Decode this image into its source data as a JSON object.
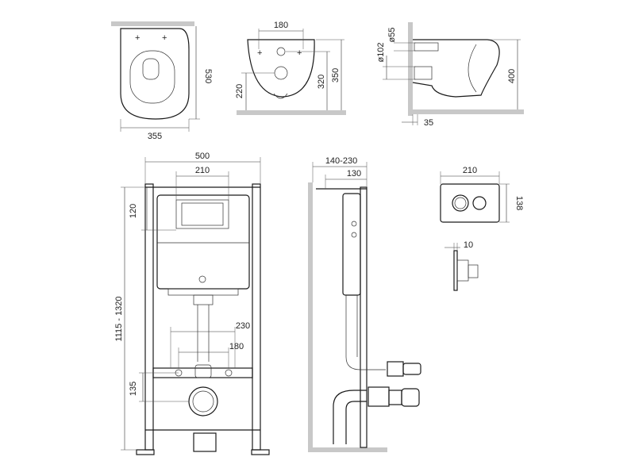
{
  "dimensions": {
    "bowl_top": {
      "width": "355",
      "depth": "530"
    },
    "bowl_front": {
      "hole_spacing": "180",
      "height_220": "220",
      "height_320": "320",
      "height_350": "350"
    },
    "bowl_side": {
      "d55": "ø55",
      "d102": "ø102",
      "height_400": "400",
      "offset_35": "35"
    },
    "frame_front": {
      "width_500": "500",
      "width_210": "210",
      "height_120": "120",
      "height_range": "1115 - 1320",
      "spacing_230": "230",
      "spacing_180": "180",
      "height_135": "135"
    },
    "frame_side": {
      "depth_range": "140-230",
      "depth_130": "130"
    },
    "flush_plate": {
      "width": "210",
      "height": "138",
      "thickness": "10"
    }
  },
  "colors": {
    "line": "#1a1a1a",
    "wall": "#c8c8c8"
  }
}
